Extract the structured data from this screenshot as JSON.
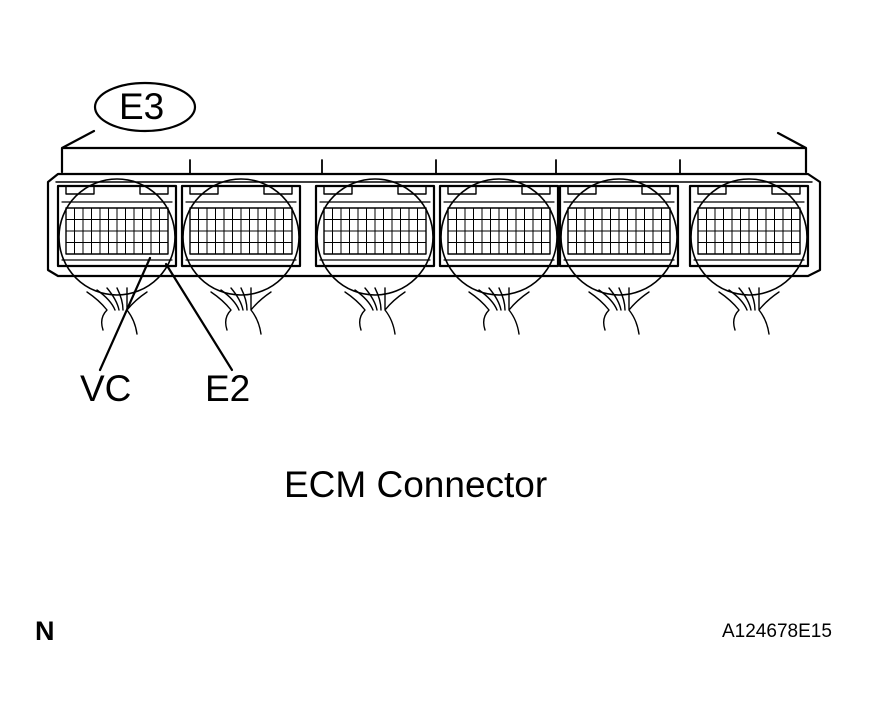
{
  "connector": {
    "id": "E3",
    "name": "ECM Connector",
    "pin_labels": [
      "VC",
      "E2"
    ]
  },
  "footer": {
    "view_code": "N",
    "figure_id": "A124678E15"
  },
  "colors": {
    "line": "#000000",
    "background": "#ffffff"
  }
}
